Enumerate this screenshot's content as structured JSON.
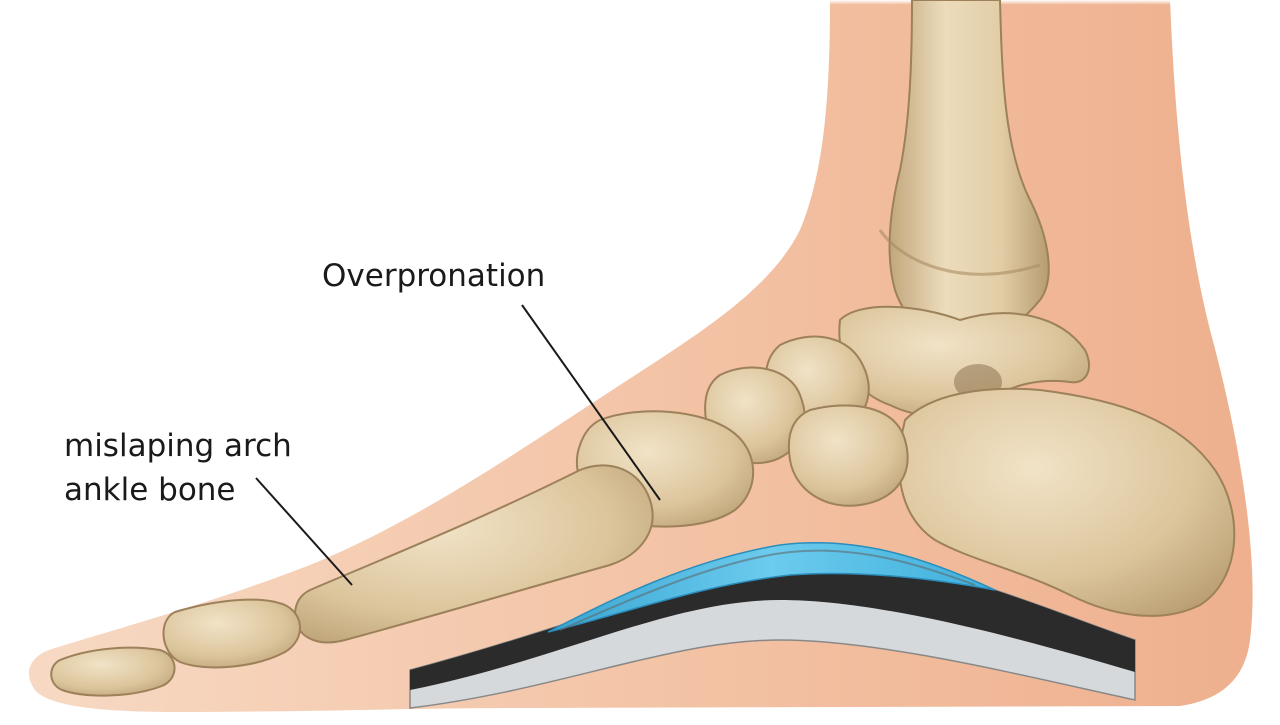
{
  "labels": {
    "overpronation": "Overpronation",
    "arch_line1": "mislaping arch",
    "arch_line2": "ankle bone"
  },
  "colors": {
    "skin": "#f2c7a8",
    "skin_shadow": "#e9a884",
    "bone": "#e4d0ab",
    "bone_shadow": "#b59a70",
    "insole_top": "#49b8dd",
    "insole_dark": "#2b2b2b",
    "insole_light": "#d6d9dc"
  },
  "icons": [
    "foot-illustration",
    "ankle-bone-icon",
    "orthotic-insole-icon"
  ]
}
